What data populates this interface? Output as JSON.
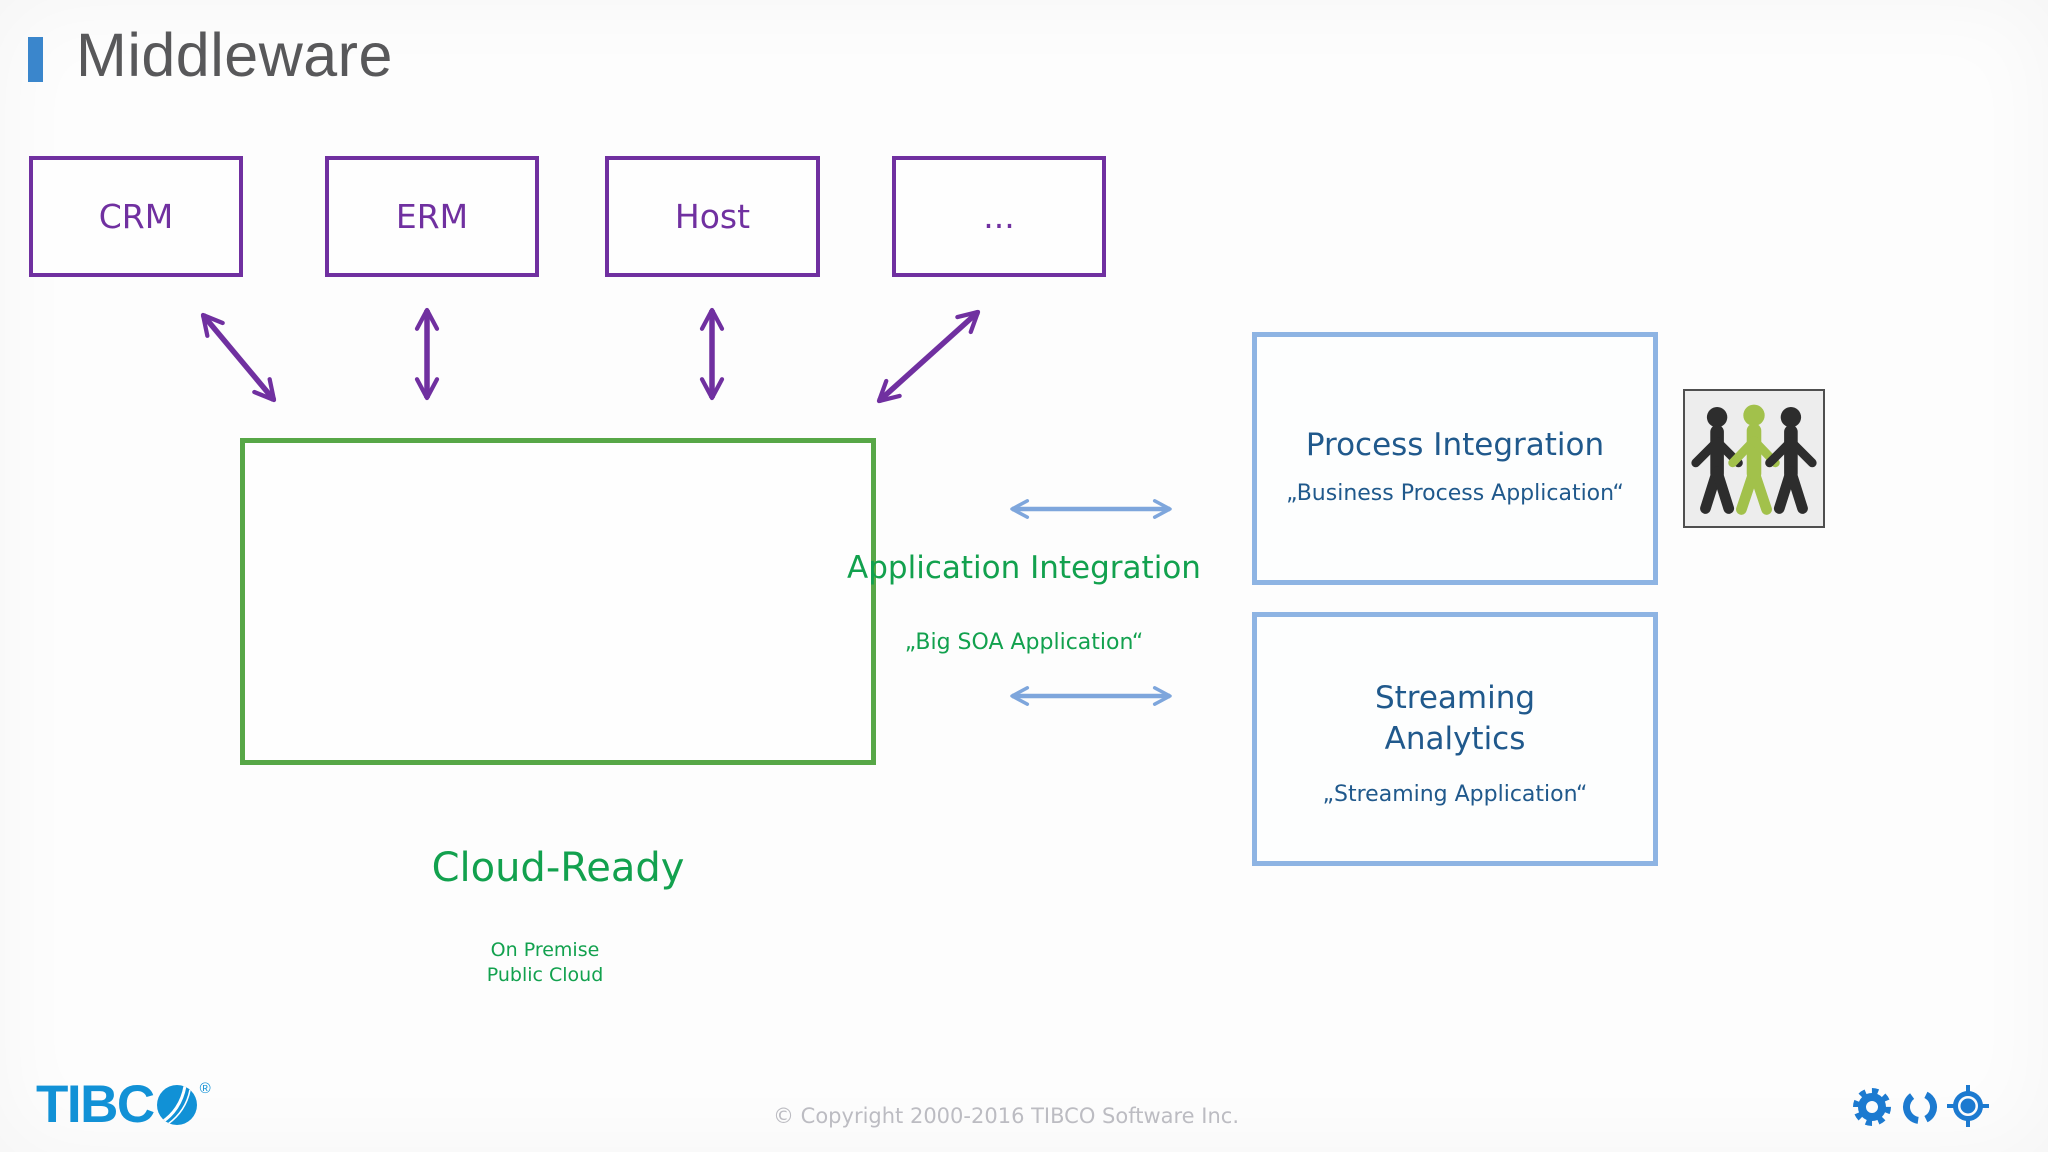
{
  "title": {
    "text": "Middleware"
  },
  "source_systems": [
    {
      "label": "CRM"
    },
    {
      "label": "ERM"
    },
    {
      "label": "Host"
    },
    {
      "label": "..."
    }
  ],
  "application_integration": {
    "title": "Application Integration",
    "subtitle": "„Big SOA Application“"
  },
  "cloud_ready": {
    "headline": "Cloud-Ready",
    "lines": [
      "On Premise",
      "Public Cloud"
    ]
  },
  "process_integration": {
    "title": "Process Integration",
    "subtitle": "„Business Process Application“"
  },
  "streaming_analytics": {
    "title_lines": [
      "Streaming",
      "Analytics"
    ],
    "subtitle": "„Streaming Application“"
  },
  "footer": {
    "logo_text": "TIBC",
    "logo_reg": "®",
    "copyright": "© Copyright 2000-2016 TIBCO Software Inc."
  },
  "icons": {
    "people": "three-people-pictogram",
    "gear": "settings-gear",
    "refresh": "refresh-circle",
    "target": "crosshair-target",
    "logo_globe": "tibco-globe"
  },
  "colors": {
    "accent_blue": "#3a86cc",
    "title_gray": "#58585a",
    "purple": "#7030a0",
    "green_border": "#57a747",
    "green_text": "#12a14e",
    "blue_border": "#8eb4e3",
    "blue_text": "#20598c",
    "arrow_blue": "#7ea6dc",
    "tibco_blue": "#1191d6",
    "icon_blue": "#1c7ad0",
    "copyright_gray": "#bcbcc2",
    "people_green": "#a2c14b",
    "people_black": "#2d2d2d"
  }
}
